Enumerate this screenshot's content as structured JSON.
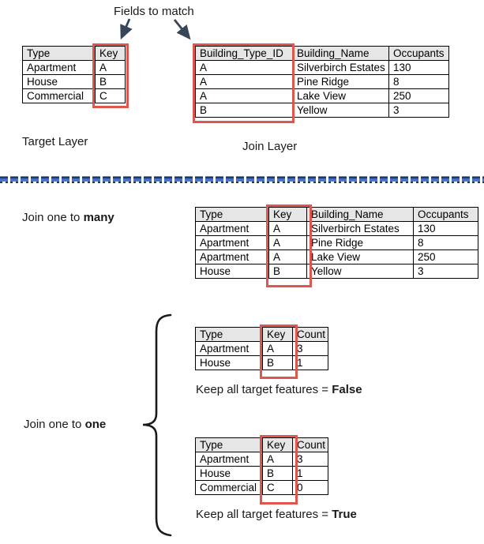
{
  "labels": {
    "fields_to_match": "Fields to match",
    "target_layer": "Target Layer",
    "join_layer": "Join Layer",
    "join_many_prefix": "Join one to ",
    "join_many_bold": "many",
    "join_one_prefix": "Join one to ",
    "join_one_bold": "one",
    "keep_false_prefix": "Keep all target features = ",
    "keep_false_bold": "False",
    "keep_true_prefix": "Keep all target features = ",
    "keep_true_bold": "True"
  },
  "tables": {
    "target": {
      "headers": [
        "Type",
        "Key"
      ],
      "rows": [
        [
          "Apartment",
          "A"
        ],
        [
          "House",
          "B"
        ],
        [
          "Commercial",
          "C"
        ]
      ]
    },
    "join": {
      "headers": [
        "Building_Type_ID",
        "Building_Name",
        "Occupants"
      ],
      "rows": [
        [
          "A",
          "Silverbirch Estates",
          "130"
        ],
        [
          "A",
          "Pine Ridge",
          "8"
        ],
        [
          "A",
          "Lake View",
          "250"
        ],
        [
          "B",
          "Yellow",
          "3"
        ]
      ]
    },
    "one_to_many": {
      "headers": [
        "Type",
        "Key",
        "Building_Name",
        "Occupants"
      ],
      "rows": [
        [
          "Apartment",
          "A",
          "Silverbirch Estates",
          "130"
        ],
        [
          "Apartment",
          "A",
          "Pine Ridge",
          "8"
        ],
        [
          "Apartment",
          "A",
          "Lake View",
          "250"
        ],
        [
          "House",
          "B",
          "Yellow",
          "3"
        ]
      ]
    },
    "count_false": {
      "headers": [
        "Type",
        "Key",
        "Count"
      ],
      "rows": [
        [
          "Apartment",
          "A",
          "3"
        ],
        [
          "House",
          "B",
          "1"
        ]
      ]
    },
    "count_true": {
      "headers": [
        "Type",
        "Key",
        "Count"
      ],
      "rows": [
        [
          "Apartment",
          "A",
          "3"
        ],
        [
          "House",
          "B",
          "1"
        ],
        [
          "Commercial",
          "C",
          "0"
        ]
      ]
    }
  },
  "colors": {
    "highlight_red": "#E0564D",
    "arrow_navy": "#364658",
    "divider_blue": "#4472C4",
    "divider_navy": "#1F3864",
    "header_gray": "#E7E6E6"
  }
}
